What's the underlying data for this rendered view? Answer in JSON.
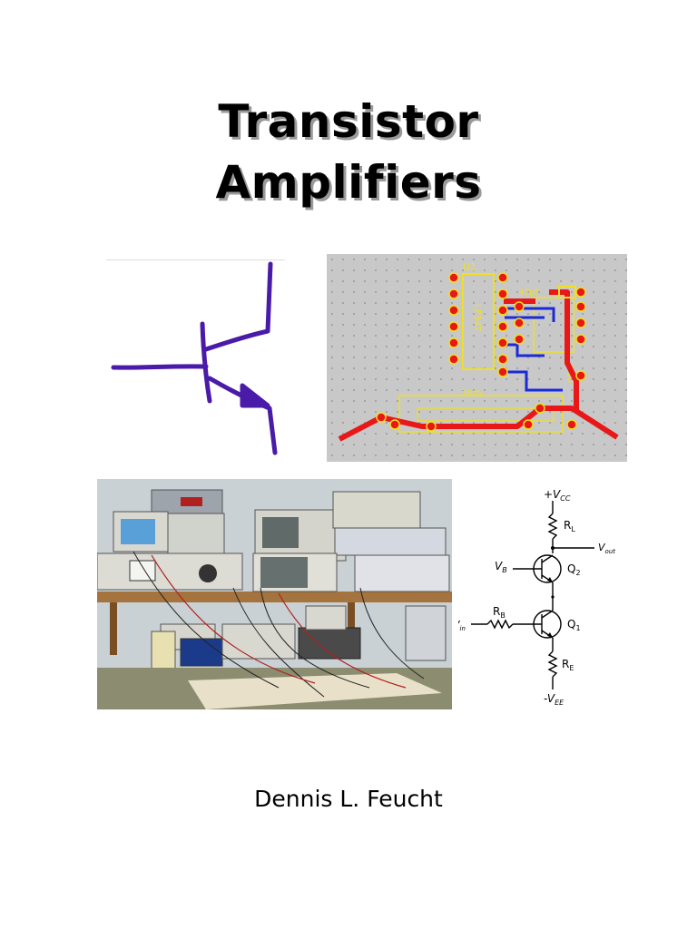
{
  "cover": {
    "title_line1": "Transistor",
    "title_line2": "Amplifiers",
    "author": "Dennis L. Feucht"
  },
  "pcb": {
    "chip_label": "U1",
    "chip_part": "LF347",
    "cap_label": "47pF",
    "resistor_label": "30m",
    "gnd_label": "GND",
    "plus_label": "+"
  },
  "schematic": {
    "vcc": "+V",
    "vcc_sub": "CC",
    "rl": "R",
    "rl_sub": "L",
    "vout": "V",
    "vout_sub": "out",
    "vb": "V",
    "vb_sub": "B",
    "q2": "Q",
    "q2_sub": "2",
    "rb": "R",
    "rb_sub": "B",
    "vin": "V",
    "vin_sub": "in",
    "q1": "Q",
    "q1_sub": "1",
    "re": "R",
    "re_sub": "E",
    "vee": "-V",
    "vee_sub": "EE"
  },
  "colors": {
    "ink_purple": "#4a1aa8",
    "pcb_bg": "#c8c8c8",
    "pcb_red": "#e81818",
    "pcb_yellow": "#f0e020",
    "pcb_blue": "#1a2ad8"
  }
}
